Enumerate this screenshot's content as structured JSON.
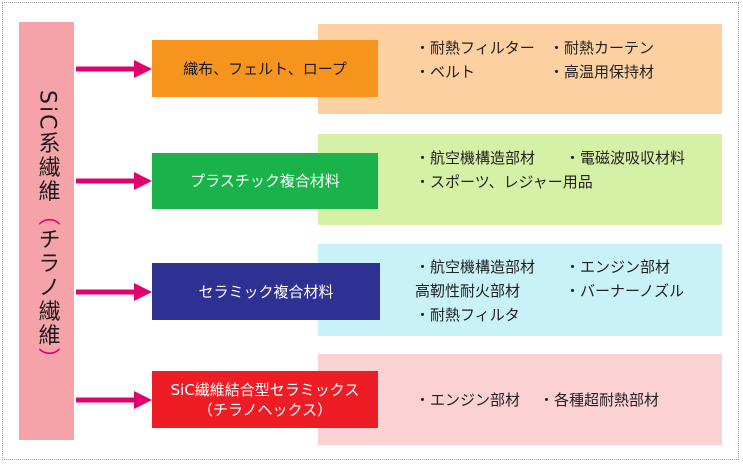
{
  "source": {
    "label_main": "SiC系繊維",
    "label_paren_open": "（",
    "label_paren_inner": "チラノ繊維",
    "label_paren_close": "）"
  },
  "rows": [
    {
      "box_lines": [
        "織布、フェルト、ロープ"
      ],
      "box_color": "#f7941d",
      "box_text_color": "#1a1a1a",
      "panel_color": "#fcd0a1",
      "panel_lines": [
        [
          "・耐熱フィルター",
          "・耐熱カーテン"
        ],
        [
          "・ベルト",
          "・高温用保持材"
        ]
      ]
    },
    {
      "box_lines": [
        "プラスチック複合材料"
      ],
      "box_color": "#19b34a",
      "box_text_color": "#ffffff",
      "panel_color": "#d6f1a6",
      "panel_lines": [
        [
          "・航空機構造部材",
          "・電磁波吸収材料"
        ],
        [
          "・スポーツ、レジャー用品"
        ]
      ]
    },
    {
      "box_lines": [
        "セラミック複合材料"
      ],
      "box_color": "#2e3192",
      "box_text_color": "#ffffff",
      "panel_color": "#c9f2f8",
      "panel_lines": [
        [
          "・航空機構造部材",
          "・エンジン部材"
        ],
        [
          "高靭性耐火部材",
          "・バーナーノズル"
        ],
        [
          "・耐熱フィルタ"
        ]
      ]
    },
    {
      "box_lines": [
        "SiC繊維結合型セラミックス",
        "（チラノヘックス）"
      ],
      "box_color": "#ee1c25",
      "box_text_color": "#ffffff",
      "panel_color": "#fbd1d3",
      "panel_lines": [
        [
          "・エンジン部材",
          "・各種超耐熱部材"
        ]
      ]
    }
  ],
  "colors": {
    "source_bar": "#f5a3a9",
    "arrow": "#e0006e"
  }
}
